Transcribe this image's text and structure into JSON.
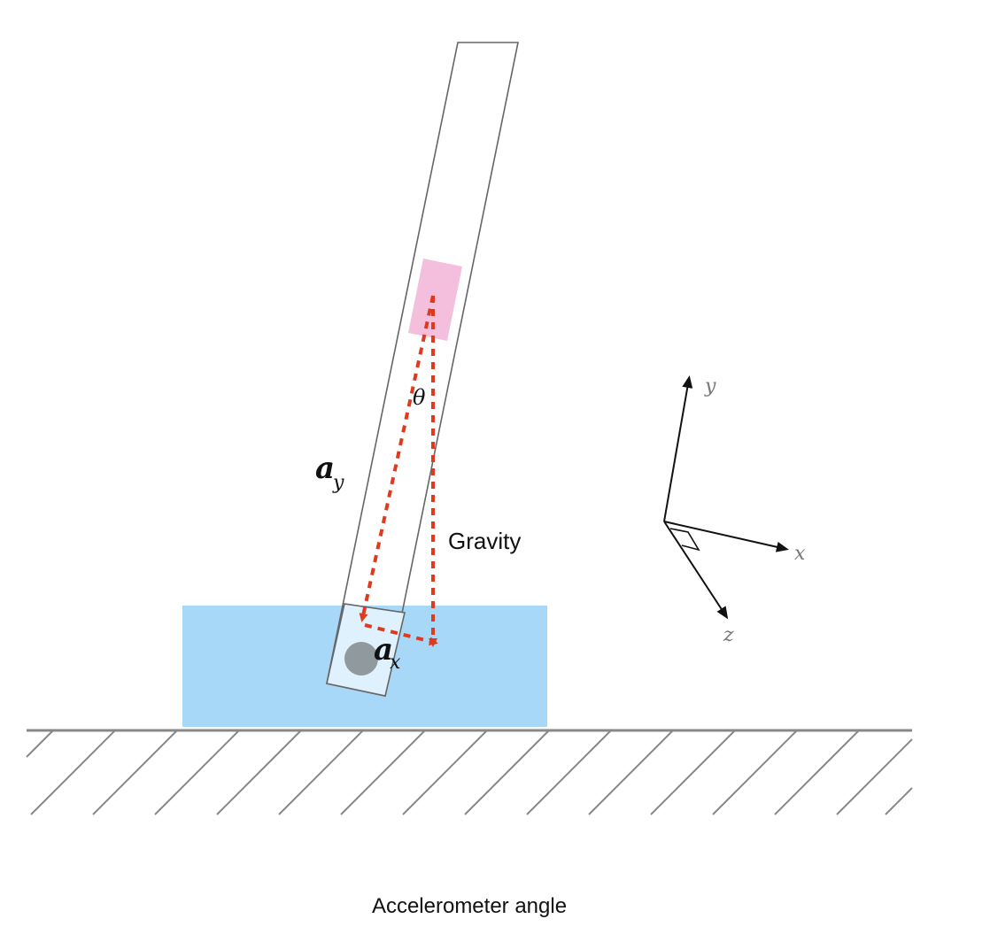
{
  "labels": {
    "theta": "θ",
    "a_y_base": "a",
    "a_y_sub": "y",
    "a_x_base": "a",
    "a_x_sub": "x",
    "gravity": "Gravity"
  },
  "axes": {
    "x": "x",
    "y": "y",
    "z": "z"
  },
  "caption": "Accelerometer angle",
  "colors": {
    "block": "#a8d8f8",
    "sensor": "#f4bfdc",
    "vector": "#e03a1e",
    "outline": "#666666",
    "ground": "#888888",
    "ball": "#8f999e"
  }
}
